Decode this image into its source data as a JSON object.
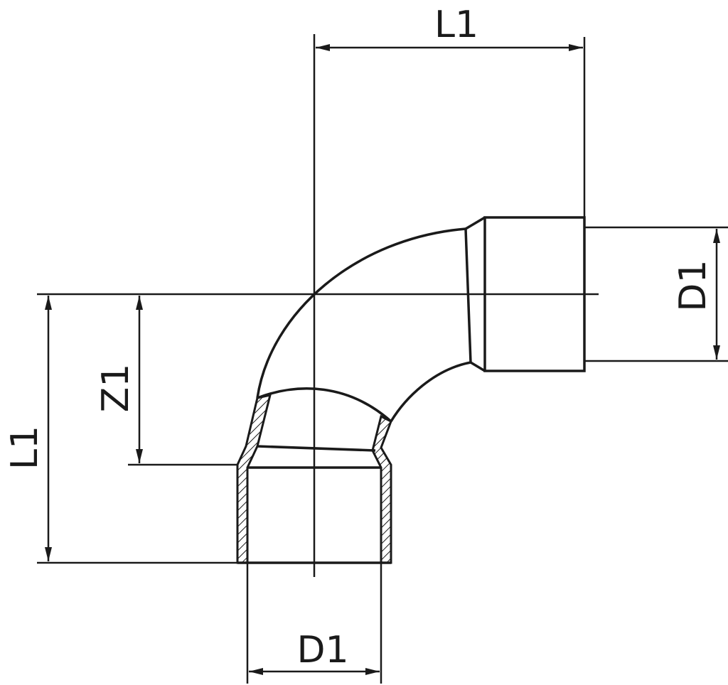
{
  "diagram": {
    "labels": {
      "top_length": "L1",
      "left_length": "L1",
      "z_offset": "Z1",
      "right_diameter": "D1",
      "bottom_diameter": "D1"
    },
    "colors": {
      "line": "#1a1a1a",
      "background": "#ffffff"
    }
  }
}
